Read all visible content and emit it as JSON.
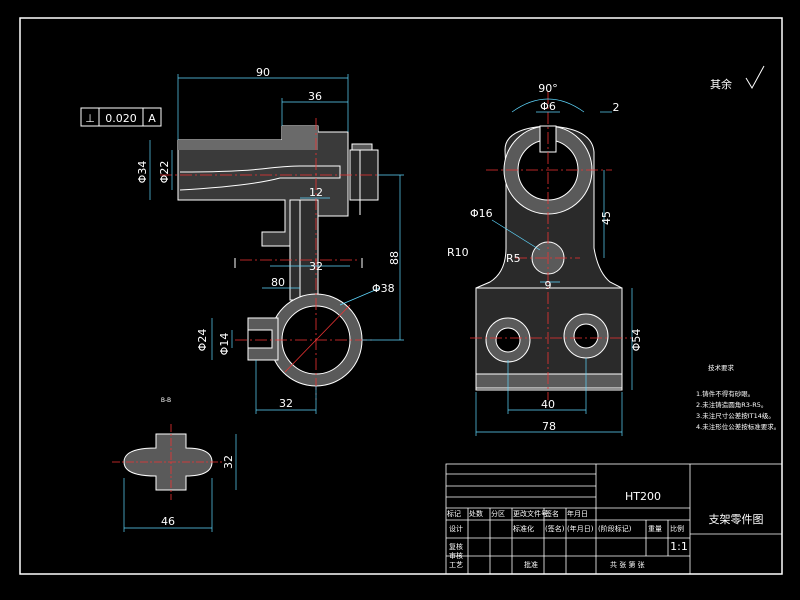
{
  "tolerance": {
    "value": "0.020",
    "datum": "A"
  },
  "dims_left": {
    "overall_length": "90",
    "top_length": "36",
    "bore_diam": "Φ34",
    "inner_diam": "Φ22",
    "slot_width": "12",
    "height": "88",
    "boss_width": "32",
    "offset": "80",
    "boss_diam": "Φ38",
    "small_diam": "Φ24",
    "hole_diam": "Φ14",
    "bottom_len": "32"
  },
  "dims_right": {
    "angle": "90°",
    "small_hole": "Φ6",
    "gap": "2",
    "mid_hole": "Φ16",
    "fillet_outer": "R10",
    "fillet_inner": "R5",
    "center_gap": "9",
    "height_45": "45",
    "base_height": "Φ54",
    "hole_pitch": "40",
    "base_width": "78"
  },
  "section": {
    "label": "B-B",
    "width": "46",
    "height": "32"
  },
  "roughness": {
    "label": "其余"
  },
  "notes": {
    "title": "技术要求",
    "items": [
      "1.铸件不得有砂眼。",
      "2.未注铸造圆角R3-R5。",
      "3.未注尺寸公差按IT14级。",
      "4.未注形位公差按标准要求。"
    ]
  },
  "title_block": {
    "material": "HT200",
    "part_name": "支架零件图",
    "scale": "1:1",
    "header": [
      "标记",
      "处数",
      "分区",
      "更改文件号",
      "签名",
      "年月日"
    ],
    "row_design": "设计",
    "std": "标准化",
    "sign": "(签名)",
    "date": "(年月日)",
    "stage": "(阶段标记)",
    "weight": "重量",
    "scale_label": "比例",
    "check": "审核",
    "craft": "工艺",
    "approve": "批准",
    "review": "复核",
    "sheets": "共 张 第 张"
  }
}
